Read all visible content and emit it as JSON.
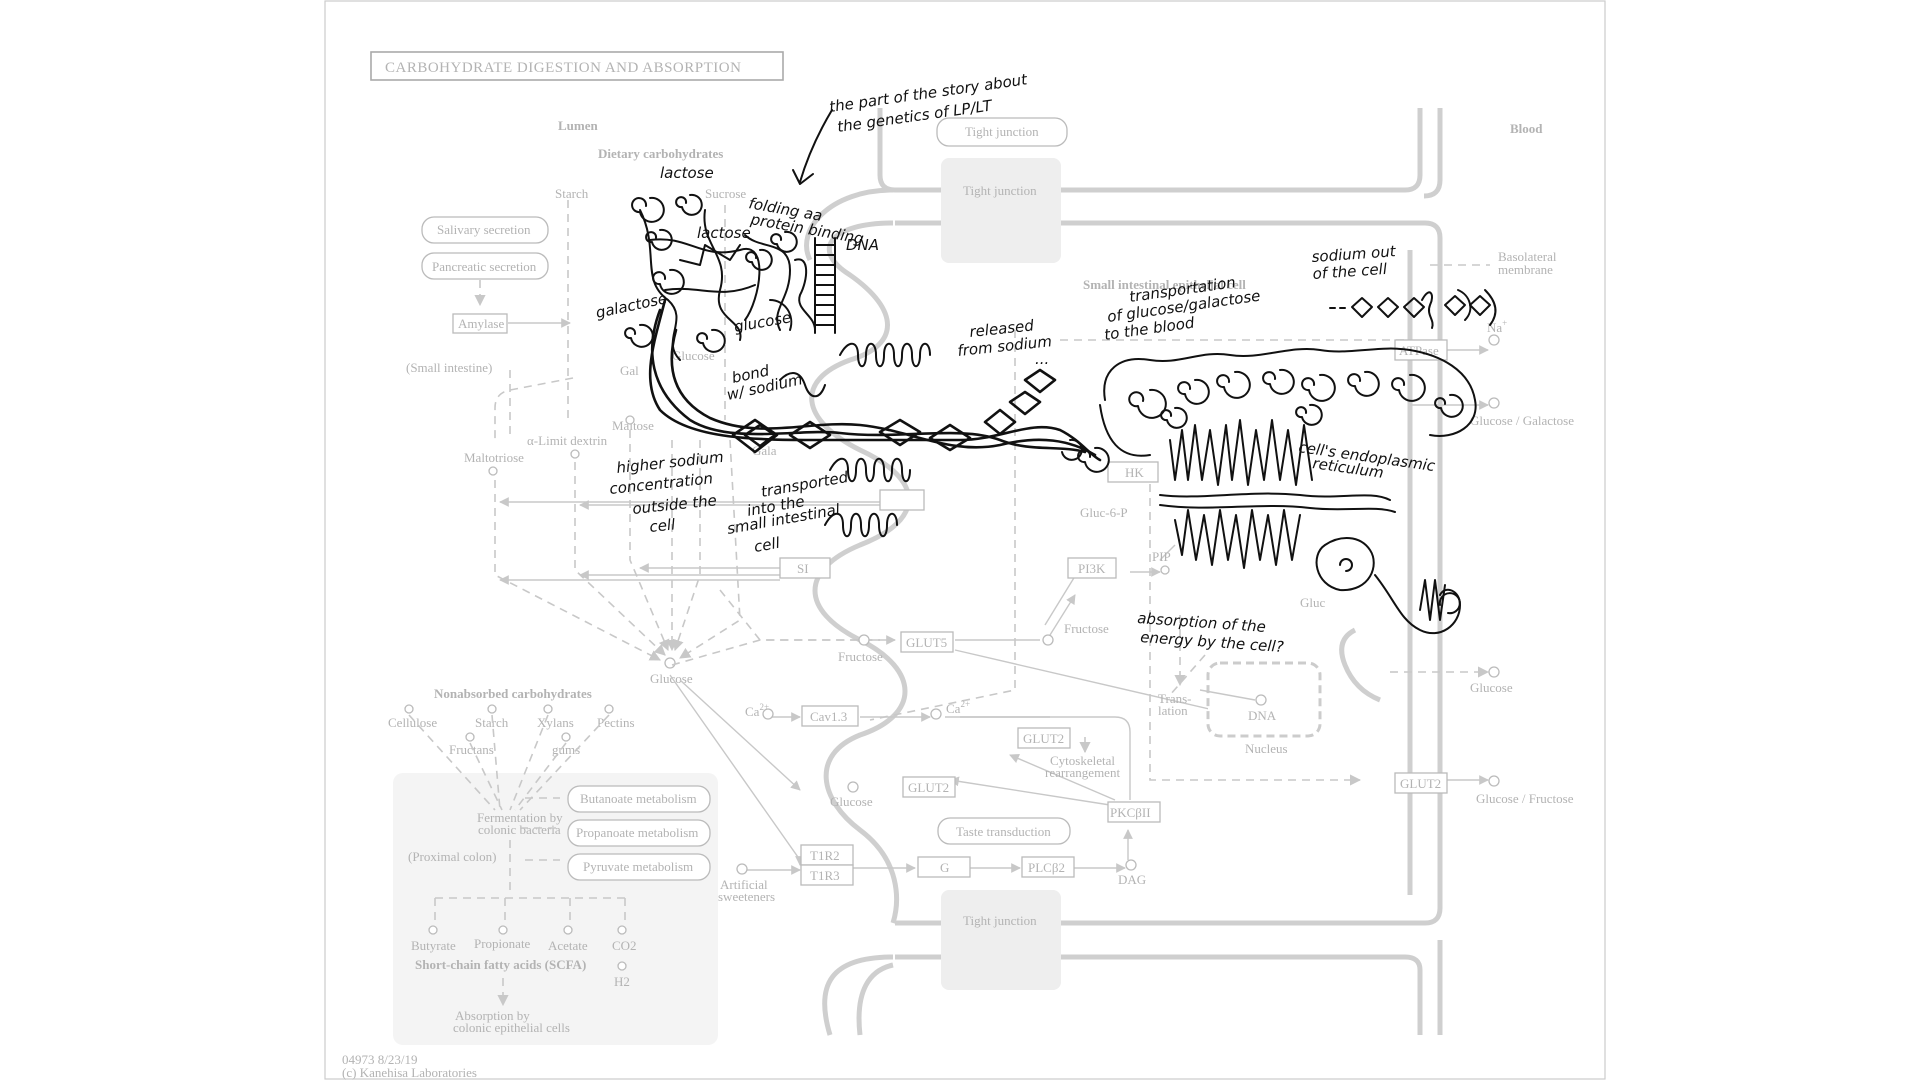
{
  "title": "CARBOHYDRATE DIGESTION AND ABSORPTION",
  "regions": {
    "lumen": "Lumen",
    "blood": "Blood",
    "small_intestine": "(Small intestine)",
    "proximal_colon": "(Proximal colon)",
    "epithelial_cell": "Small intestinal epithelial cell",
    "basolateral_membrane_1": "Basolateral",
    "basolateral_membrane_2": "membrane",
    "nucleus": "Nucleus"
  },
  "tight_junctions": [
    "Tight junction",
    "Tight junction",
    "Tight junction"
  ],
  "lumen_labels": {
    "dietary_carbohydrates": "Dietary carbohydrates",
    "starch": "Starch",
    "sucrose": "Sucrose",
    "salivary_secretion": "Salivary secretion",
    "pancreatic_secretion": "Pancreatic secretion",
    "amylase": "Amylase",
    "galactose": "Gal",
    "glucose_top": "Glucose",
    "maltose": "Maltose",
    "alpha_limit_dextrin": "α-Limit dextrin",
    "maltotriose": "Maltotriose",
    "glucose_mid": "Glucose",
    "si": "SI",
    "galact_partial": "Gala"
  },
  "nonabsorbed": {
    "heading": "Nonabsorbed carbohydrates",
    "cellulose": "Cellulose",
    "starch": "Starch",
    "xylans": "Xylans",
    "pectins": "Pectins",
    "fructans": "Fructans",
    "gums": "gums",
    "fermentation_1": "Fermentation by",
    "fermentation_2": "colonic bacteria",
    "butanoate": "Butanoate metabolism",
    "propanoate": "Propanoate metabolism",
    "pyruvate": "Pyruvate metabolism",
    "butyrate": "Butyrate",
    "propionate": "Propionate",
    "acetate": "Acetate",
    "co2": "CO2",
    "h2": "H2",
    "scfa": "Short-chain fatty acids (SCFA)",
    "absorption_1": "Absorption by",
    "absorption_2": "colonic epithelial cells"
  },
  "cell_labels": {
    "hk": "HK",
    "gluc6p": "Gluc-6-P",
    "pi3k": "PI3K",
    "pip": "PIP",
    "glut5": "GLUT5",
    "fructose_in": "Fructose",
    "fructose_cell": "Fructose",
    "ca": "Ca",
    "ca_sup": "2+",
    "cav13": "Cav1.3",
    "ca_cell": "Ca",
    "ca_cell_sup": "2+",
    "glut2_apical": "GLUT2",
    "glucose_apical": "Glucose",
    "glut2_cyto": "GLUT2",
    "cytoskeletal_1": "Cytoskeletal",
    "cytoskeletal_2": "rearrangement",
    "pkcb": "PKCβII",
    "taste": "Taste transduction",
    "t1r2": "T1R2",
    "t1r3": "T1R3",
    "g": "G",
    "plcb2": "PLCβ2",
    "dag": "DAG",
    "artificial_1": "Artificial",
    "artificial_2": "sweeteners",
    "translation_1": "Trans-",
    "translation_2": "lation",
    "dna": "DNA",
    "gluc": "Gluc",
    "atpase": "ATPase",
    "na": "Na",
    "na_sup": "+",
    "glut2_baso": "GLUT2"
  },
  "blood_labels": {
    "glucose_galactose": "Glucose / Galactose",
    "glucose": "Glucose",
    "glucose_fructose": "Glucose / Fructose"
  },
  "footer": {
    "id": "04973 8/23/19",
    "copyright": "(c) Kanehisa Laboratories"
  },
  "annotations": {
    "genetics_1": "the part of the story about",
    "genetics_2": "the genetics of LP/LT",
    "lactose_top": "lactose",
    "folding_1": "folding aa",
    "folding_2": "protein binding",
    "lactose_mid": "lactose",
    "dna": "DNA",
    "galactose": "galactose",
    "glucose": "glucose",
    "bond_1": "bond",
    "bond_2": "w/ sodium",
    "higher_1": "higher sodium",
    "higher_2": "concentration",
    "higher_3": "outside the",
    "higher_4": "cell",
    "transported_1": "transported",
    "transported_2": "into the",
    "transported_3": "small intestinal",
    "transported_4": "cell",
    "released_1": "released",
    "released_2": "from sodium",
    "released_3": "...",
    "transport_1": "transportation",
    "transport_2": "of glucose/galactose",
    "transport_3": "to the blood",
    "sodium_1": "sodium out",
    "sodium_2": "of the cell",
    "er_1": "cell's endoplasmic",
    "er_2": "reticulum",
    "absorption_1": "absorption of the",
    "absorption_2": "energy by the cell?"
  }
}
